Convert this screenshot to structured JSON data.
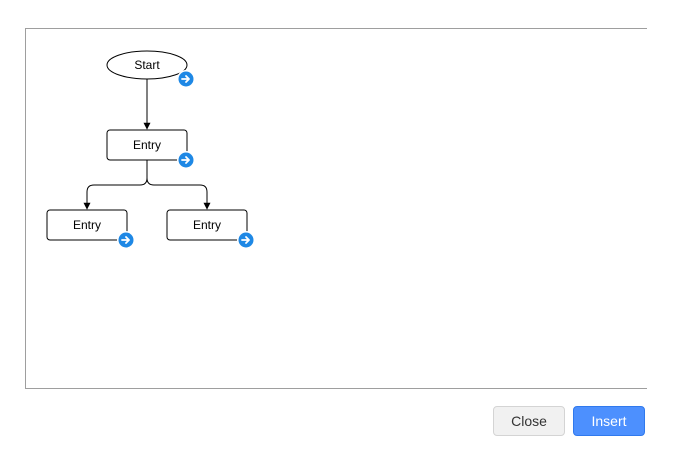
{
  "diagram": {
    "nodes": [
      {
        "id": "start",
        "label": "Start",
        "shape": "ellipse"
      },
      {
        "id": "entry1",
        "label": "Entry",
        "shape": "rounded-rect"
      },
      {
        "id": "entry2",
        "label": "Entry",
        "shape": "rounded-rect"
      },
      {
        "id": "entry3",
        "label": "Entry",
        "shape": "rounded-rect"
      }
    ],
    "edges": [
      {
        "from": "start",
        "to": "entry1"
      },
      {
        "from": "entry1",
        "to": "entry2"
      },
      {
        "from": "entry1",
        "to": "entry3"
      }
    ],
    "handle_icon": "arrow-right-circle-icon",
    "handle_color": "#1e88e5"
  },
  "buttons": {
    "close_label": "Close",
    "insert_label": "Insert"
  },
  "colors": {
    "primary": "#4d90fe",
    "secondary": "#f1f1f1"
  }
}
